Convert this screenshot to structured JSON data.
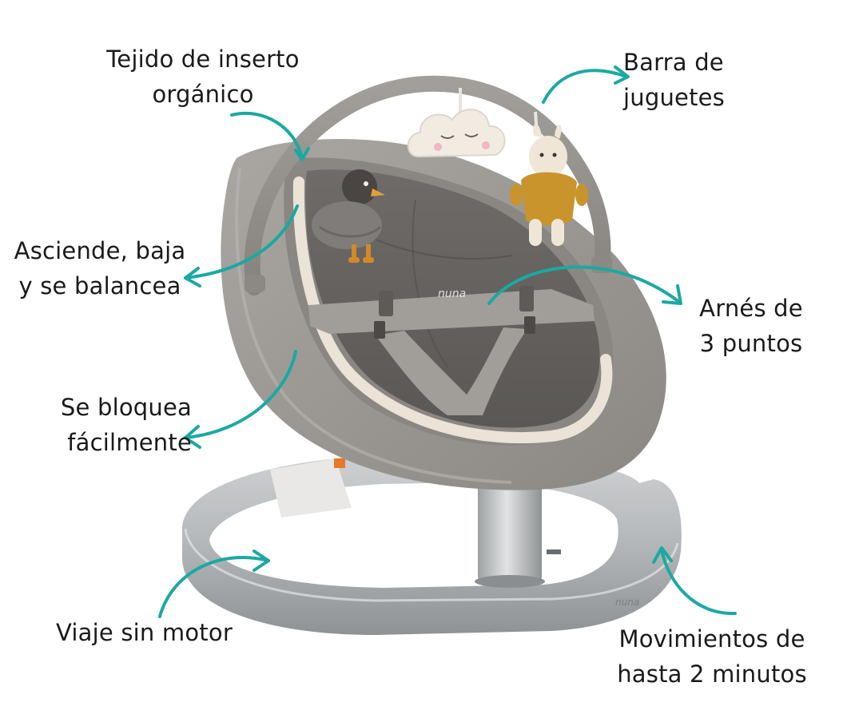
{
  "colors": {
    "arrow": "#1aa9a2",
    "seat_outer": "#9b9894",
    "seat_inner": "#7b7874",
    "cushion": "#5f5c59",
    "piping": "#ebe2d8",
    "base": "#aeb1b3",
    "base_light": "#d5d7d8",
    "pole": "#b7babc",
    "text": "#1a1a1a"
  },
  "icons": {
    "arrow": "curved-arrow-icon",
    "toy_cloud": "cloud-toy-icon",
    "toy_bunny": "bunny-toy-icon",
    "toy_bird": "bird-toy-icon"
  },
  "brand_mark": "nuna",
  "labels": {
    "fabric": [
      "Tejido de inserto",
      "orgánico"
    ],
    "toybar": [
      "Barra de",
      "juguetes"
    ],
    "motion": [
      "Asciende, baja",
      "y se balancea"
    ],
    "harness": [
      "Arnés de",
      "3 puntos"
    ],
    "lock": [
      "Se bloquea",
      "fácilmente"
    ],
    "travel": [
      "Viaje sin motor"
    ],
    "movements": [
      "Movimientos de",
      "hasta 2 minutos"
    ]
  }
}
